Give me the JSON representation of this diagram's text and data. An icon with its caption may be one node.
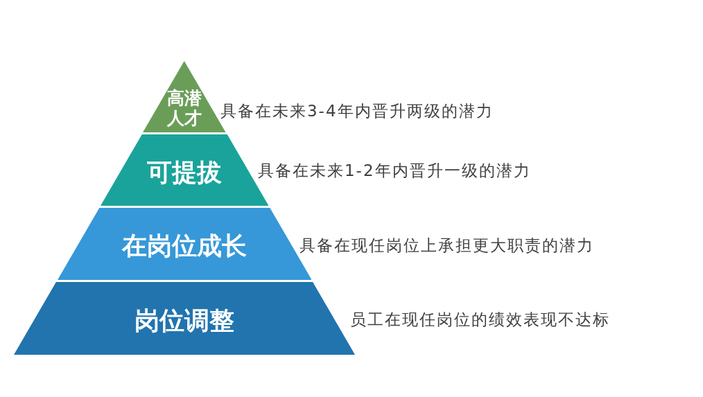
{
  "diagram": {
    "nodes": [
      {
        "text": [
          "高潜人才"
        ],
        "beside": [
          "具备在未来3-4年内晋升两级的潜力"
        ]
      },
      {
        "text": [
          "可提拔"
        ],
        "beside": [
          "具备在未来1-2年内晋升一级的潜力"
        ]
      },
      {
        "text": [
          "在岗位成长"
        ],
        "beside": [
          "具备在现任岗位上承担更大职责的潜力"
        ]
      },
      {
        "text": [
          "岗位调整"
        ],
        "beside": [
          "员工在现任岗位的绩效表现不达标"
        ]
      }
    ]
  }
}
